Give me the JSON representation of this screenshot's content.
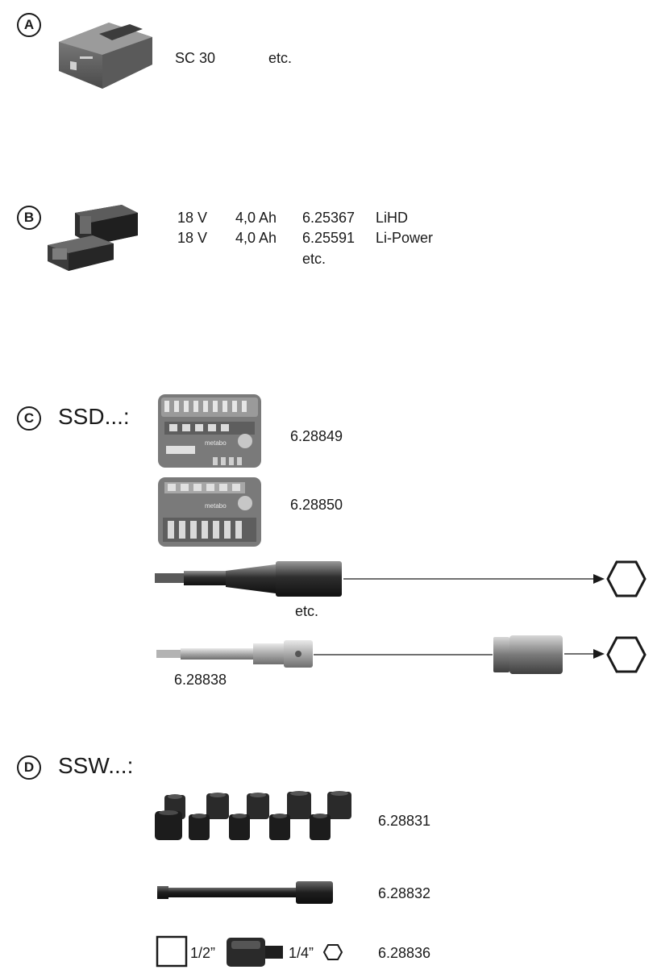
{
  "section_a": {
    "letter": "A",
    "model": "SC 30",
    "etc": "etc."
  },
  "section_b": {
    "letter": "B",
    "rows": [
      {
        "voltage": "18 V",
        "capacity": "4,0 Ah",
        "code": "6.25367",
        "type": "LiHD"
      },
      {
        "voltage": "18 V",
        "capacity": "4,0 Ah",
        "code": "6.25591",
        "type": "Li-Power"
      }
    ],
    "etc": "etc."
  },
  "section_c": {
    "letter": "C",
    "title": "SSD...:",
    "bitbox1_code": "6.28849",
    "bitbox2_code": "6.28850",
    "nut_etc": "etc.",
    "adapter_code": "6.28838",
    "bitbox_brand": "metabo"
  },
  "section_d": {
    "letter": "D",
    "title": "SSW...:",
    "sockets_code": "6.28831",
    "extension_code": "6.28832",
    "adapter_from": "1/2”",
    "adapter_to": "1/4”",
    "adapter_code": "6.28836"
  },
  "colors": {
    "ink": "#1a1a1a",
    "tool_dark": "#3a3a3a",
    "tool_mid": "#6e6e6e",
    "tool_light": "#b9b9b9"
  }
}
